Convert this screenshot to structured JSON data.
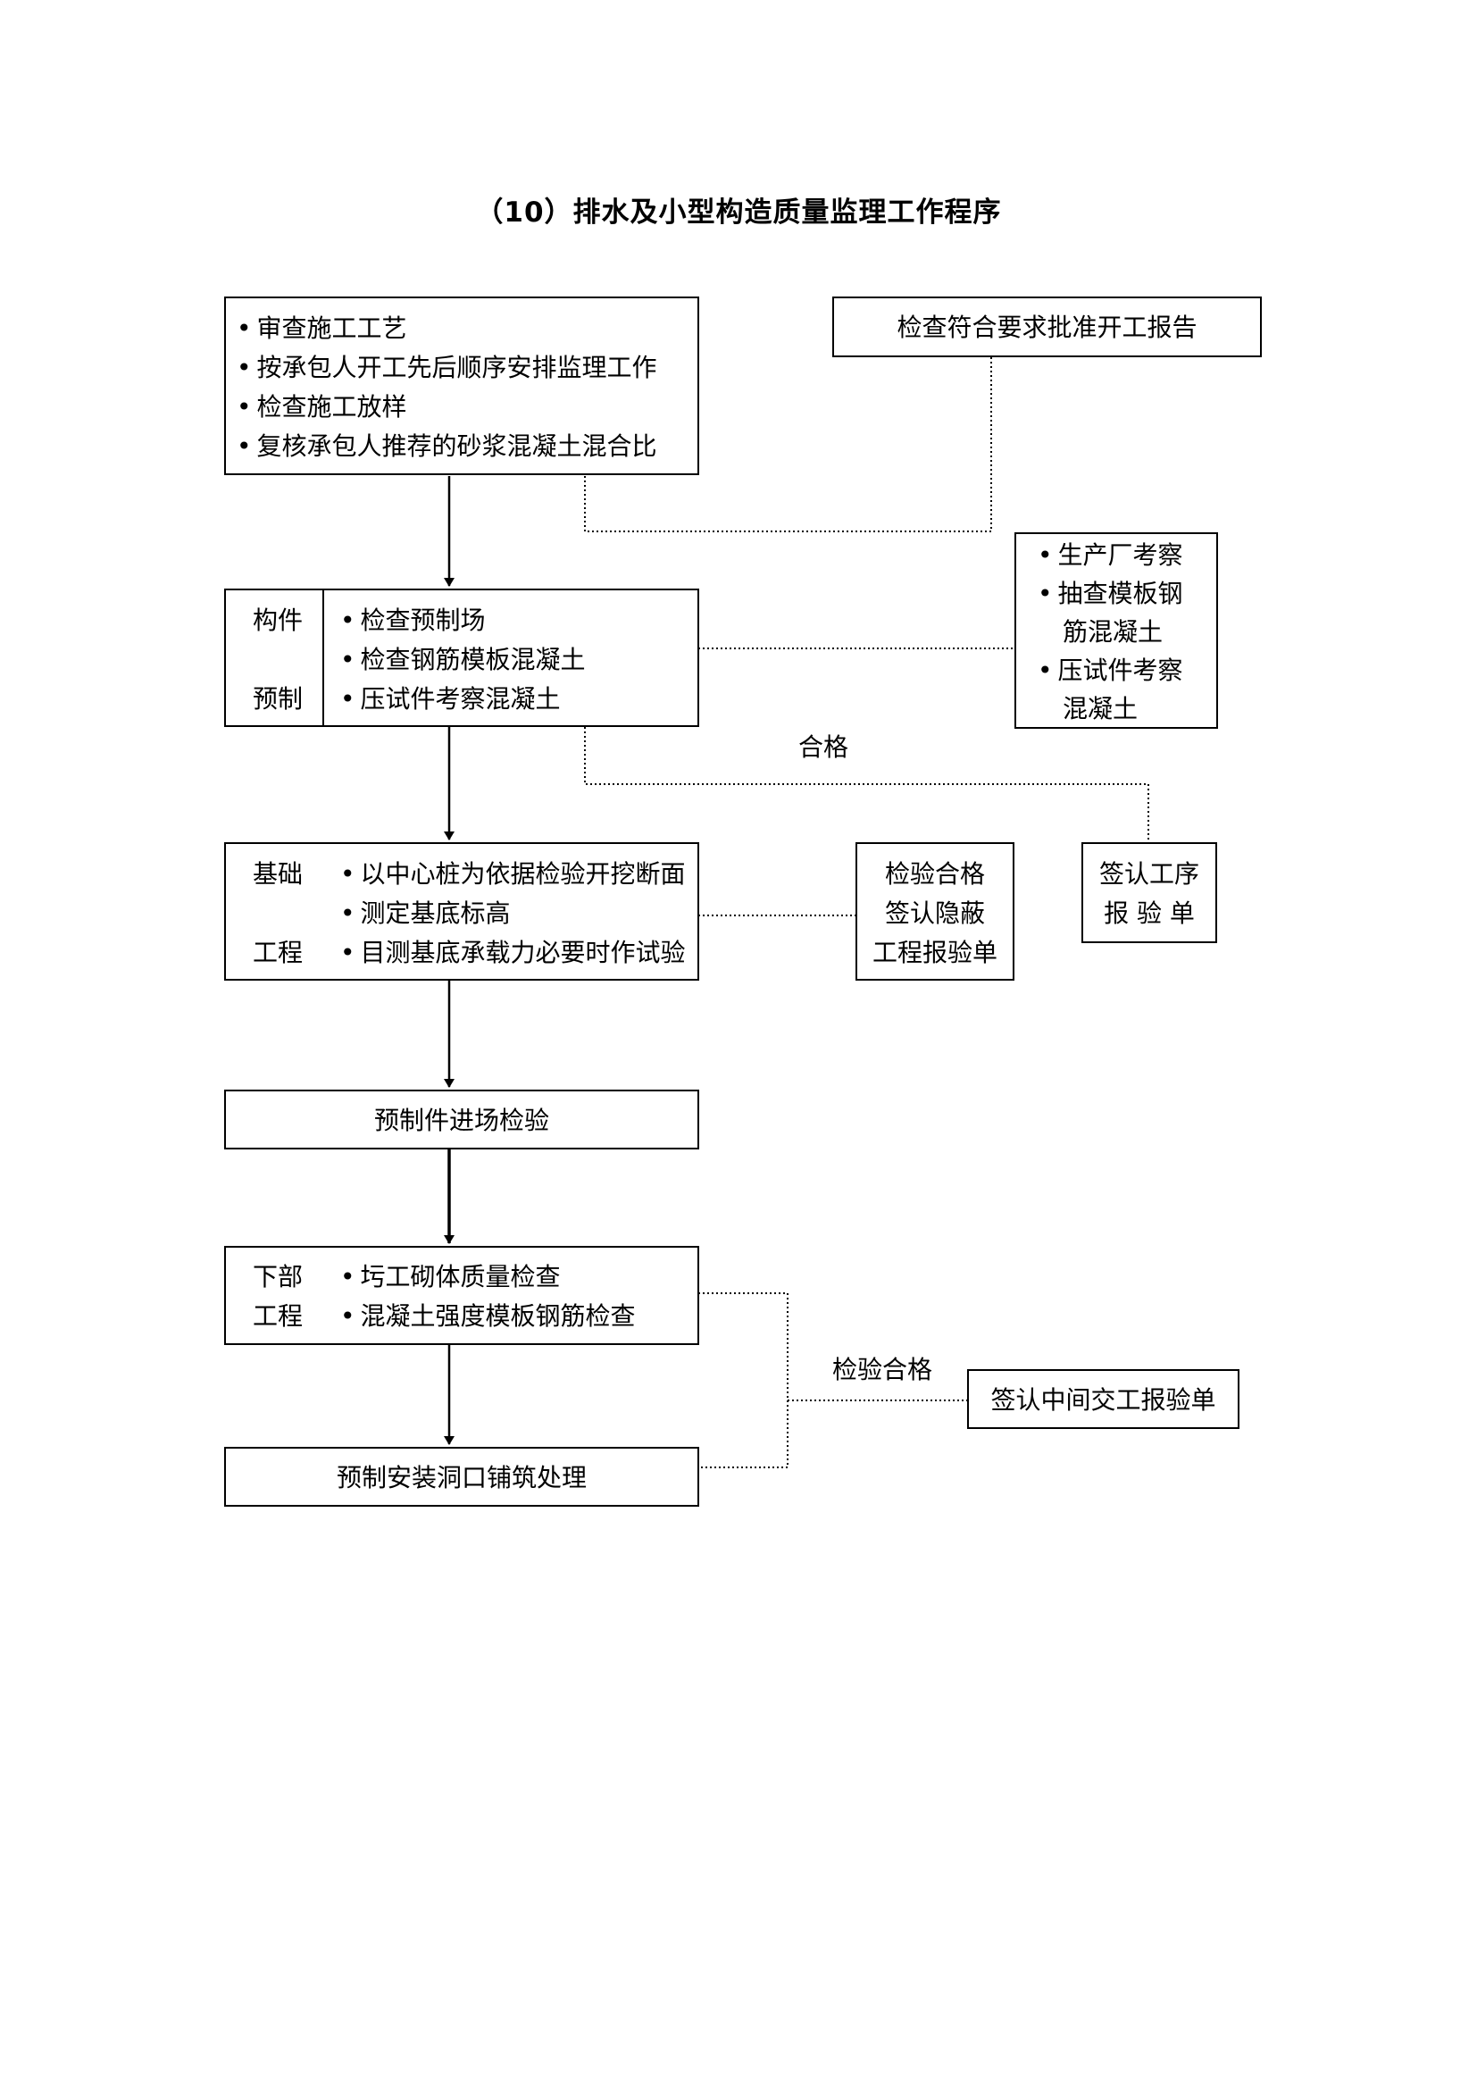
{
  "title": "（10）排水及小型构造质量监理工作程序",
  "box_review": {
    "items": [
      "审查施工工艺",
      "按承包人开工先后顺序安排监理工作",
      "检查施工放样",
      "复核承包人推荐的砂浆混凝土混合比"
    ]
  },
  "box_approve": {
    "text": "检查符合要求批准开工报告"
  },
  "box_component": {
    "side_top": "构件",
    "side_bottom": "预制",
    "items": [
      "检查预制场",
      "检查钢筋模板混凝土",
      "压试件考察混凝土"
    ]
  },
  "box_factory": {
    "lines": [
      "生产厂考察",
      "抽查模板钢",
      "筋混凝土",
      "压试件考察",
      "混凝土"
    ],
    "bulleted": [
      true,
      true,
      false,
      true,
      false
    ]
  },
  "label_pass": "合格",
  "box_foundation": {
    "side_top": "基础",
    "side_bottom": "工程",
    "items": [
      "以中心桩为依据检验开挖断面",
      "测定基底标高",
      "目测基底承载力必要时作试验"
    ]
  },
  "box_hidden": {
    "lines": [
      "检验合格",
      "签认隐蔽",
      "工程报验单"
    ]
  },
  "box_procedure": {
    "lines": [
      "签认工序",
      "报 验 单"
    ]
  },
  "box_precast_entry": {
    "text": "预制件进场检验"
  },
  "box_substructure": {
    "side_top": "下部",
    "side_bottom": "工程",
    "items": [
      "圬工砌体质量检查",
      "混凝土强度模板钢筋检查"
    ]
  },
  "label_inspect_pass": "检验合格",
  "box_handover": {
    "text": "签认中间交工报验单"
  },
  "box_install": {
    "text": "预制安装洞口铺筑处理"
  }
}
